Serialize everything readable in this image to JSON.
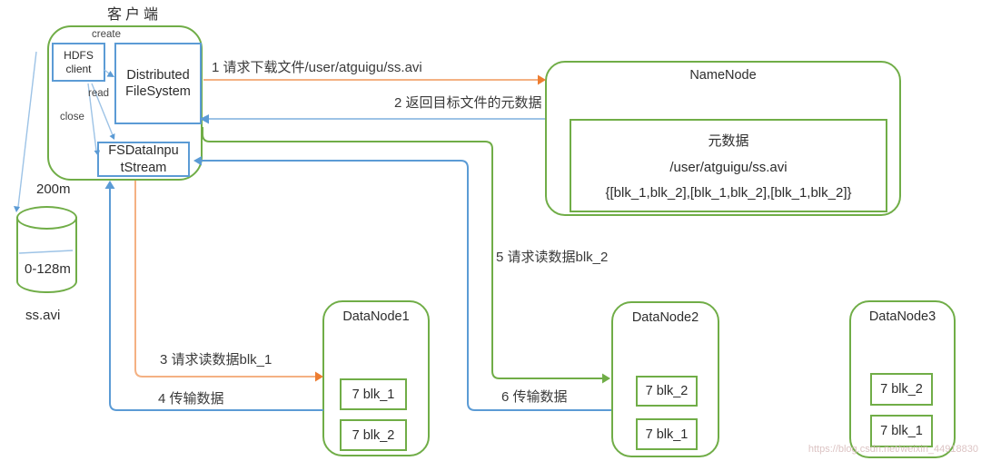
{
  "colors": {
    "green": "#70AD47",
    "blue": "#5B9BD5",
    "light_blue": "#9DC3E6",
    "orange": "#ED7D31",
    "orange_light": "#F4B183",
    "text": "#3a3a3a",
    "watermark": "#d6b9b9"
  },
  "client": {
    "title": "客户端",
    "create_label": "create",
    "read_label": "read",
    "close_label": "close",
    "hdfs_client": "HDFS client",
    "distributed_fs": "Distributed FileSystem",
    "input_stream": "FSDataInputStream"
  },
  "file": {
    "total_size": "200m",
    "block_range": "0-128m",
    "file_name": "ss.avi"
  },
  "namenode": {
    "title": "NameNode",
    "metadata_title": "元数据",
    "metadata_path": "/user/atguigu/ss.avi",
    "metadata_blocks": "{[blk_1,blk_2],[blk_1,blk_2],[blk_1,blk_2]}"
  },
  "datanodes": [
    {
      "name": "DataNode1",
      "blocks": [
        "7 blk_1",
        "7 blk_2"
      ]
    },
    {
      "name": "DataNode2",
      "blocks": [
        "7 blk_2",
        "7 blk_1"
      ]
    },
    {
      "name": "DataNode3",
      "blocks": [
        "7 blk_2",
        "7 blk_1"
      ]
    }
  ],
  "steps": {
    "step1": "1 请求下载文件/user/atguigu/ss.avi",
    "step2": "2 返回目标文件的元数据",
    "step3": "3 请求读数据blk_1",
    "step4": "4 传输数据",
    "step5": "5 请求读数据blk_2",
    "step6": "6 传输数据"
  },
  "watermark": "https://blog.csdn.net/weixin_44918830"
}
